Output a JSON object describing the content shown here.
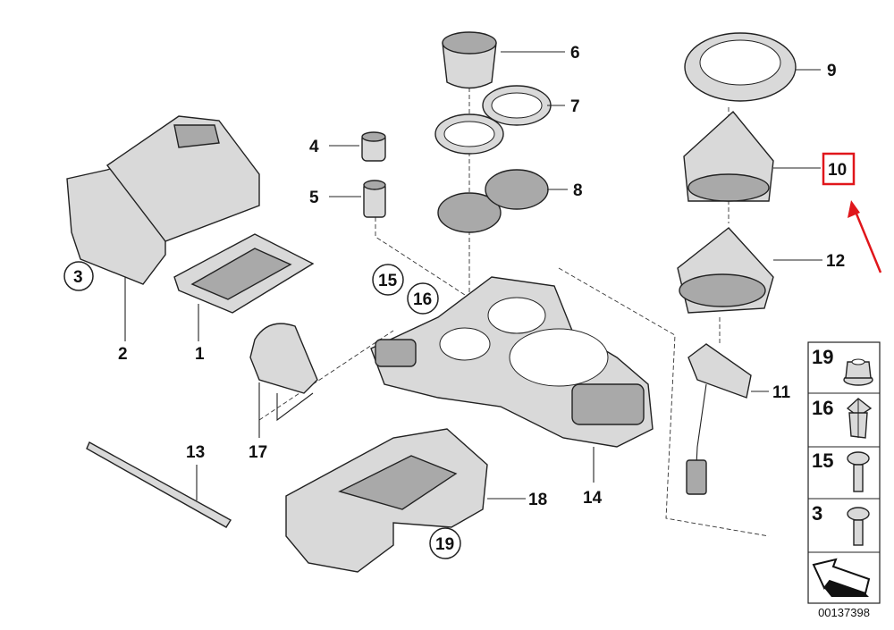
{
  "diagram": {
    "callouts": [
      "1",
      "2",
      "3",
      "4",
      "5",
      "6",
      "7",
      "8",
      "9",
      "10",
      "11",
      "12",
      "13",
      "14",
      "15",
      "16",
      "17",
      "18",
      "19"
    ],
    "circled_callouts": [
      "3",
      "15",
      "16",
      "19"
    ],
    "highlighted_callout": "10",
    "highlight_color": "#e0161b",
    "legend": [
      {
        "label": "19",
        "icon": "flange-nut-icon"
      },
      {
        "label": "16",
        "icon": "clip-nut-icon"
      },
      {
        "label": "15",
        "icon": "screw-icon"
      },
      {
        "label": "3",
        "icon": "screw-icon"
      }
    ],
    "diagram_number": "00137398"
  }
}
